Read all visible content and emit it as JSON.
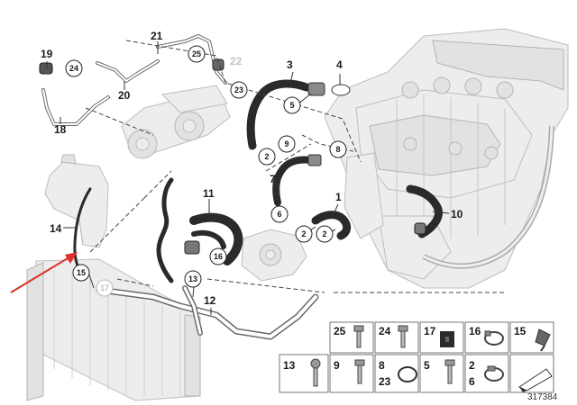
{
  "callouts": {
    "c1": "1",
    "c2": "2",
    "c3": "3",
    "c4": "4",
    "c5": "5",
    "c6": "6",
    "c7": "7",
    "c8": "8",
    "c9": "9",
    "c10": "10",
    "c11": "11",
    "c12": "12",
    "c13": "13",
    "c14": "14",
    "c15": "15",
    "c16": "16",
    "c17": "17",
    "c18": "18",
    "c19": "19",
    "c20": "20",
    "c21": "21",
    "c22": "22",
    "c23": "23",
    "c24": "24",
    "c25": "25"
  },
  "parts_table": {
    "row1": [
      "25",
      "24",
      "17",
      "16",
      "15"
    ],
    "row2": [
      "13",
      "9",
      "8",
      "5",
      "2"
    ],
    "row2_sub": [
      "23",
      "6"
    ]
  },
  "diagram_number": "317384",
  "colors": {
    "highlight_arrow": "#e0312a",
    "hose": "#2a2a2a",
    "ghost_part": "#ededed"
  }
}
